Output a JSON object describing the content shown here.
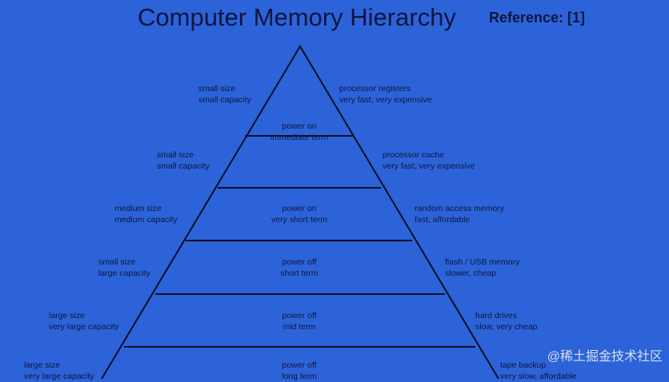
{
  "title": "Computer Memory Hierarchy",
  "reference": "Reference: [1]",
  "watermark": "@稀土掘金技术社区",
  "levels": [
    {
      "left": [
        "small size",
        "small capacity"
      ],
      "center": [
        "power on",
        "immediate term"
      ],
      "right": [
        "processor registers",
        "very fast, very expensive"
      ]
    },
    {
      "left": [
        "small size",
        "small capacity"
      ],
      "center": [
        "",
        ""
      ],
      "right": [
        "processor cache",
        "very fast, very expensive"
      ]
    },
    {
      "left": [
        "medium size",
        "medium capacity"
      ],
      "center": [
        "power on",
        "very short term"
      ],
      "right": [
        "random access memory",
        "fast, affordable"
      ]
    },
    {
      "left": [
        "small size",
        "large capacity"
      ],
      "center": [
        "power off",
        "short term"
      ],
      "right": [
        "flash / USB memory",
        "slower, cheap"
      ]
    },
    {
      "left": [
        "large size",
        "very large capacity"
      ],
      "center": [
        "power off",
        "mid term"
      ],
      "right": [
        "hard drives",
        "slow, very cheap"
      ]
    },
    {
      "left": [
        "large size",
        "very large capacity"
      ],
      "center": [
        "power off",
        "long term"
      ],
      "right": [
        "tape backup",
        "very slow, affordable"
      ]
    }
  ]
}
